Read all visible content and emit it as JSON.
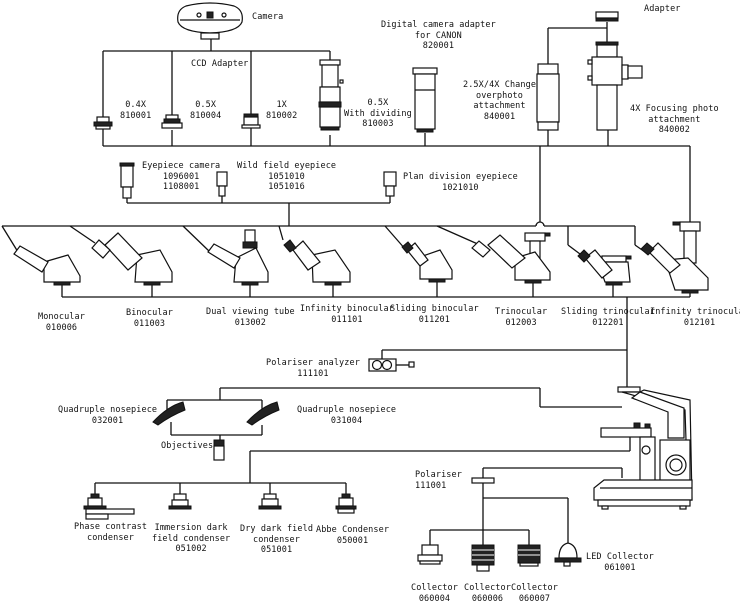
{
  "diagram": {
    "title": "Microscope accessory system diagram",
    "photo_section": {
      "camera": {
        "label": "Camera"
      },
      "ccd_adapter": {
        "label": "CCD Adapter"
      },
      "adapters": [
        {
          "name": "0.4X",
          "code": "810001"
        },
        {
          "name": "0.5X",
          "code": "810004"
        },
        {
          "name": "1X",
          "code": "810002"
        },
        {
          "name": "0.5X",
          "sub": "With dividing",
          "code": "810003"
        }
      ],
      "digital_camera_adapter": {
        "line1": "Digital camera adapter",
        "line2": "for CANON",
        "code": "820001"
      },
      "adapter_top": {
        "label": "Adapter"
      },
      "change_overphoto": {
        "line1": "2.5X/4X Change",
        "line2": "overphoto",
        "line3": "attachment",
        "code": "840001"
      },
      "focusing_photo": {
        "line1": "4X Focusing photo",
        "line2": "attachment",
        "code": "840002"
      }
    },
    "eyepieces": [
      {
        "name": "Eyepiece camera",
        "codes": [
          "1096001",
          "1108001"
        ]
      },
      {
        "name": "Wild field eyepiece",
        "codes": [
          "1051010",
          "1051016"
        ]
      },
      {
        "name": "Plan division eyepiece",
        "codes": [
          "1021010"
        ]
      }
    ],
    "heads": [
      {
        "name": "Monocular",
        "code": "010006"
      },
      {
        "name": "Binocular",
        "code": "011003"
      },
      {
        "name": "Dual viewing tube",
        "code": "013002"
      },
      {
        "name": "Infinity binocular",
        "code": "011101"
      },
      {
        "name": "Sliding binocular",
        "code": "011201"
      },
      {
        "name": "Trinocular",
        "code": "012003"
      },
      {
        "name": "Sliding trinocular",
        "code": "012201"
      },
      {
        "name": "Infinity trinocular",
        "code": "012101"
      }
    ],
    "polariser_analyzer": {
      "name": "Polariser analyzer",
      "code": "111101"
    },
    "nosepieces": [
      {
        "name": "Quadruple nosepiece",
        "code": "032001"
      },
      {
        "name": "Quadruple nosepiece",
        "code": "031004"
      }
    ],
    "objectives": {
      "label": "Objectives"
    },
    "condensers": [
      {
        "line1": "Phase contrast",
        "line2": "condenser",
        "code": ""
      },
      {
        "line1": "Immersion dark",
        "line2": "field condenser",
        "code": "051002"
      },
      {
        "line1": "Dry dark field",
        "line2": "condenser",
        "code": "051001"
      },
      {
        "line1": "Abbe Condenser",
        "line2": "",
        "code": "050001"
      }
    ],
    "polariser": {
      "name": "Polariser",
      "code": "111001"
    },
    "collectors": [
      {
        "name": "Collector",
        "code": "060004"
      },
      {
        "name": "Collector",
        "code": "060006"
      },
      {
        "name": "Collector",
        "code": "060007"
      }
    ],
    "led_collector": {
      "name": "LED Collector",
      "code": "061001"
    }
  }
}
